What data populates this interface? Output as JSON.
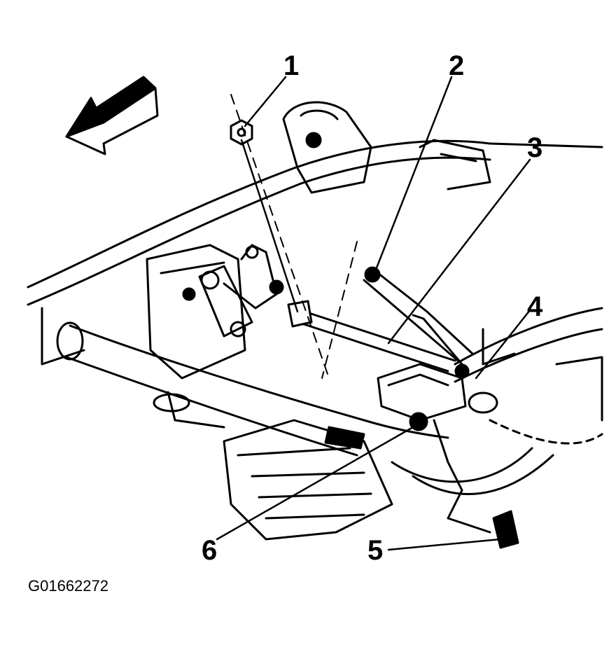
{
  "callouts": {
    "c1": "1",
    "c2": "2",
    "c3": "3",
    "c4": "4",
    "c5": "5",
    "c6": "6"
  },
  "figure_id": "G01662272",
  "icons": {
    "direction": "front-direction-arrow-icon"
  },
  "colors": {
    "ink": "#000000",
    "background": "#ffffff"
  }
}
